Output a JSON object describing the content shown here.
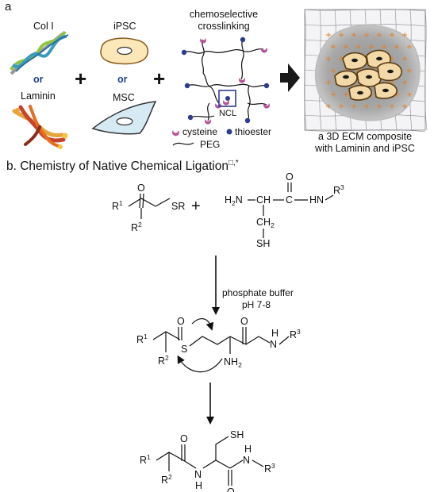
{
  "panel_a": {
    "letter": "a",
    "col_label": "Col I",
    "or_1": "or",
    "laminin_label": "Laminin",
    "ipsc_label": "iPSC",
    "or_2": "or",
    "msc_label": "MSC",
    "plus": "+",
    "crosslink_title_1": "chemoselective",
    "crosslink_title_2": "crosslinking",
    "ncl_label": "NCL",
    "legend_cysteine": "cysteine",
    "legend_thioester": "thioester",
    "legend_peg": "PEG",
    "composite_1": "a 3D ECM composite",
    "composite_2": "with Laminin and iPSC",
    "colors": {
      "or_text": "#1f3f8f",
      "cysteine": "#b8559a",
      "thioester": "#2d3c8c",
      "box": "#2d3c8c",
      "arrow": "#1a1a1a"
    }
  },
  "panel_b": {
    "title": "b. Chemistry of Native Chemical Ligation",
    "title_mark": "□,*",
    "r1": "R",
    "one": "1",
    "r2": "R",
    "two": "2",
    "r3": "R",
    "three": "3",
    "o": "O",
    "sr": "SR",
    "plus": "+",
    "h2n": "H",
    "h2n_sub": "2",
    "h2n_n": "N",
    "hn": "HN",
    "ch2_c": "CH",
    "ch2_sub": "2",
    "sh": "SH",
    "s": "S",
    "n": "N",
    "h": "H",
    "nh2": "NH",
    "nh2_sub": "2",
    "condition_1": "phosphate buffer",
    "condition_2": "pH 7-8"
  }
}
